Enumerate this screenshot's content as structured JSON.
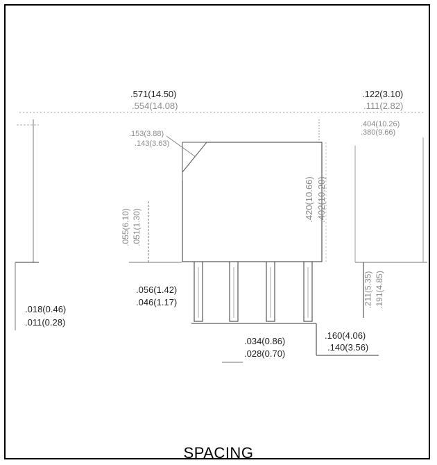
{
  "caption": "SPACING",
  "dimensions": {
    "top_width": {
      "max": ".571(14.50)",
      "min": ".554(14.08)"
    },
    "top_right": {
      "max": ".122(3.10)",
      "min": ".111(2.82)"
    },
    "tab_width": {
      "max": ".404(10.26)",
      "min": ".380(9.66)"
    },
    "body_height": {
      "max": ".420(10.66)",
      "min": ".402(10.20)"
    },
    "hole_dia": {
      "max": ".153(3.88)",
      "min": ".143(3.63)"
    },
    "body_lower": {
      "max": ".055(6.10)",
      "min": ".051(1.30)"
    },
    "lead_width": {
      "max": ".056(1.42)",
      "min": ".046(1.17)"
    },
    "lead_thickness": {
      "max": ".018(0.46)",
      "min": ".011(0.28)"
    },
    "lead_pitch_gap": {
      "max": ".034(0.86)",
      "min": ".028(0.70)"
    },
    "pitch": {
      "max": ".160(4.06)",
      "min": ".140(3.56)"
    },
    "lead_length": {
      "max": ".211(5.35)",
      "min": ".191(4.85)"
    }
  }
}
